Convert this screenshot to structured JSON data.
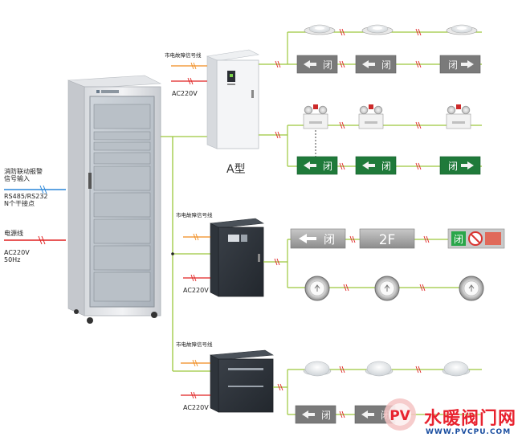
{
  "labels": {
    "fire_alarm_input": [
      "消防联动报警",
      "信号输入"
    ],
    "comm_interface": [
      "RS485/RS232",
      "N个干接点"
    ],
    "power_line": "电源线",
    "main_power": [
      "AC220V",
      "50Hz"
    ],
    "signal_a": "市电故障信号线",
    "signal_b": "市电故障信号线",
    "signal_c": "市电故障信号线",
    "ac_a": "AC220V",
    "ac_b": "AC220V",
    "ac_c": "AC220V",
    "type_a": "A型"
  },
  "signs": {
    "exit_text": "闭",
    "floor_text": "2F"
  },
  "watermark": {
    "cn": "水暖阀门网",
    "url": "WWW.PVCPU.COM",
    "logo_text": "PV"
  },
  "colors": {
    "power_red": "#e02020",
    "signal_orange": "#f08a1c",
    "input_blue": "#2a86d8",
    "bus_green": "#9cc83c",
    "exit_green": "#1f7a3a",
    "wm_red": "#e8232f",
    "wm_blue": "#1a4ea0"
  }
}
